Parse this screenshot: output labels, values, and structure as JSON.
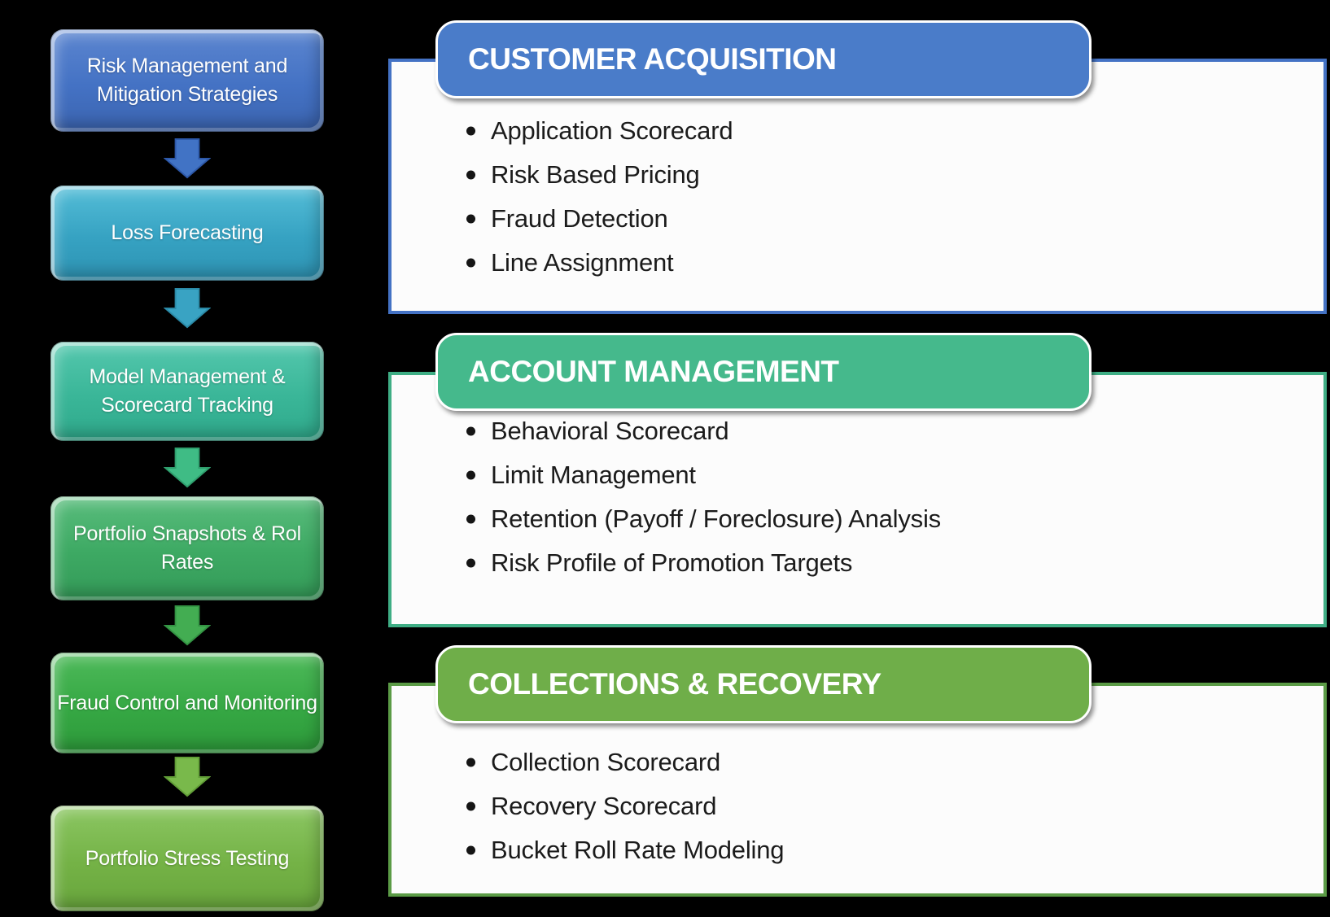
{
  "background_color": "#000000",
  "flowchart": {
    "steps": [
      {
        "label": "Risk Management and Mitigation Strategies",
        "color": "#4472c4"
      },
      {
        "label": "Loss Forecasting",
        "color": "#36a2c2"
      },
      {
        "label": "Model Management & Scorecard Tracking",
        "color": "#3ab698"
      },
      {
        "label": "Portfolio Snapshots & Rol Rates",
        "color": "#3da963"
      },
      {
        "label": "Fraud Control and Monitoring",
        "color": "#36a844"
      },
      {
        "label": "Portfolio Stress Testing",
        "color": "#74b246"
      }
    ],
    "arrow_colors": [
      "#4173c5",
      "#39a3c3",
      "#3fbc85",
      "#43ad52",
      "#79b94b"
    ]
  },
  "sections": [
    {
      "title": "CUSTOMER ACQUISITION",
      "header_color": "#4a7cc9",
      "border_color": "#4472c4",
      "items": [
        "Application Scorecard",
        "Risk Based Pricing",
        "Fraud Detection",
        "Line Assignment"
      ]
    },
    {
      "title": "ACCOUNT MANAGEMENT",
      "header_color": "#45b98c",
      "border_color": "#3fae85",
      "items": [
        "Behavioral Scorecard",
        "Limit Management",
        "Retention (Payoff / Foreclosure) Analysis",
        "Risk Profile of Promotion Targets"
      ]
    },
    {
      "title": "COLLECTIONS & RECOVERY",
      "header_color": "#6fae49",
      "border_color": "#5b9b46",
      "items": [
        "Collection Scorecard",
        "Recovery Scorecard",
        "Bucket Roll Rate Modeling"
      ]
    }
  ]
}
